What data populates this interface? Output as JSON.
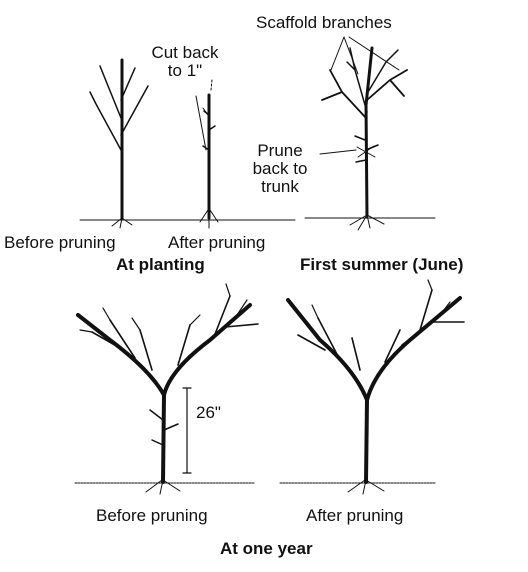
{
  "labels": {
    "scaffold_branches": "Scaffold branches",
    "cut_back_line1": "Cut back",
    "cut_back_line2": "to 1\"",
    "prune_line1": "Prune",
    "prune_line2": "back to",
    "prune_line3": "trunk",
    "before_pruning_1": "Before pruning",
    "after_pruning_1": "After pruning",
    "at_planting": "At planting",
    "first_summer": "First summer (June)",
    "height_26": "26\"",
    "before_pruning_2": "Before pruning",
    "after_pruning_2": "After pruning",
    "at_one_year": "At one year"
  },
  "colors": {
    "ink": "#111111",
    "background": "#ffffff"
  }
}
